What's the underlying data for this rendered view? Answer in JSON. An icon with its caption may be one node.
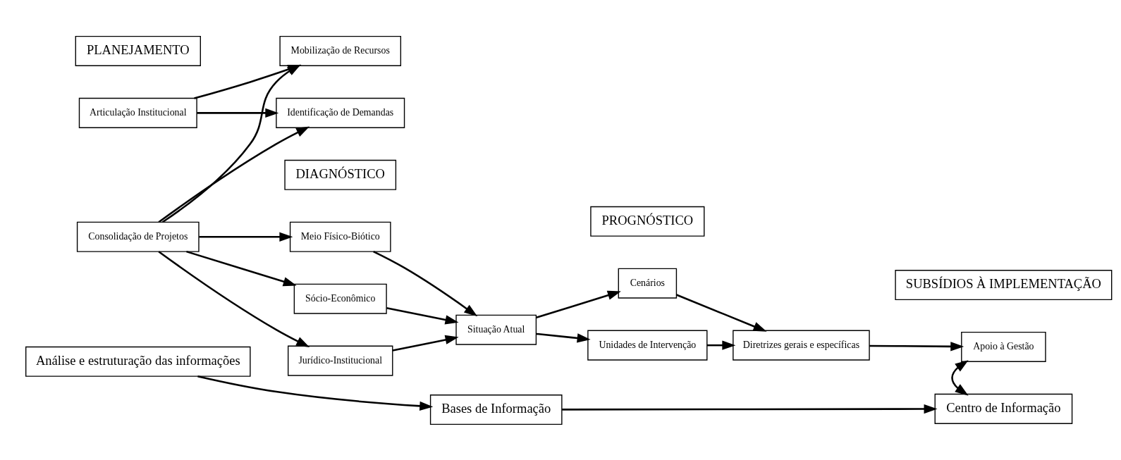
{
  "diagram": {
    "nodes": [
      {
        "text": [
          "PLANEJAMENTO"
        ]
      },
      {
        "text": [
          "DIAGNÓSTICO"
        ]
      },
      {
        "text": [
          "PROGNÓSTICO"
        ]
      },
      {
        "text": [
          "SUBSÍDIOS À IMPLEMENTAÇÃO"
        ]
      },
      {
        "text": [
          "Mobilização de Recursos"
        ]
      },
      {
        "text": [
          "Articulação Institucional"
        ]
      },
      {
        "text": [
          "Consolidação de Projetos"
        ]
      },
      {
        "text": [
          "Identificação de Demandas"
        ]
      },
      {
        "text": [
          "Meio Físico-Biótico"
        ]
      },
      {
        "text": [
          "Sócio-Econômico"
        ]
      },
      {
        "text": [
          "Jurídico-Institucional"
        ]
      },
      {
        "text": [
          "Situação Atual"
        ]
      },
      {
        "text": [
          "Cenários"
        ]
      },
      {
        "text": [
          "Diretrizes gerais e específicas"
        ]
      },
      {
        "text": [
          "Unidades de Intervenção"
        ]
      },
      {
        "text": [
          "Apoio à Gestão"
        ]
      },
      {
        "text": [
          "Análise e estruturação das informações"
        ]
      },
      {
        "text": [
          "Bases de Informação"
        ]
      },
      {
        "text": [
          "Centro de Informação"
        ]
      }
    ],
    "edges": [
      {
        "from": 5,
        "to": 4,
        "arrow": "to"
      },
      {
        "from": 5,
        "to": 7,
        "arrow": "to"
      },
      {
        "from": 6,
        "to": 4,
        "arrow": "to"
      },
      {
        "from": 6,
        "to": 7,
        "arrow": "to"
      },
      {
        "from": 6,
        "to": 8,
        "arrow": "to"
      },
      {
        "from": 6,
        "to": 9,
        "arrow": "to"
      },
      {
        "from": 6,
        "to": 10,
        "arrow": "to"
      },
      {
        "from": 8,
        "to": 11,
        "arrow": "to"
      },
      {
        "from": 9,
        "to": 11,
        "arrow": "to"
      },
      {
        "from": 10,
        "to": 11,
        "arrow": "to"
      },
      {
        "from": 11,
        "to": 12,
        "arrow": "to"
      },
      {
        "from": 11,
        "to": 14,
        "arrow": "to"
      },
      {
        "from": 12,
        "to": 13,
        "arrow": "to"
      },
      {
        "from": 14,
        "to": 13,
        "arrow": "to"
      },
      {
        "from": 13,
        "to": 15,
        "arrow": "to"
      },
      {
        "from": 15,
        "to": 18,
        "arrow": "both"
      },
      {
        "from": 16,
        "to": 17,
        "arrow": "to"
      },
      {
        "from": 17,
        "to": 18,
        "arrow": "to"
      }
    ]
  }
}
